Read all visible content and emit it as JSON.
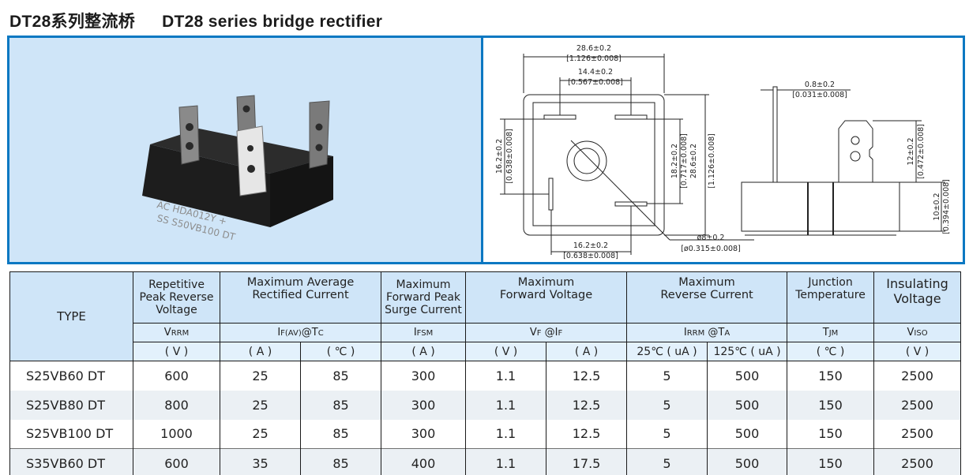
{
  "title": {
    "cn": "DT28系列整流桥",
    "en": "DT28 series bridge rectifier"
  },
  "photo": {
    "alt": "bridge rectifier product photo",
    "marking_line1": "AC   HDA012Y +",
    "marking_line2": "SS  S50VB100 DT"
  },
  "drawing": {
    "dims": {
      "width_mm": "28.6±0.2",
      "width_in": "[1.126±0.008]",
      "pin_span_top_mm": "14.4±0.2",
      "pin_span_top_in": "[0.567±0.008]",
      "left_mm": "16.2±0.2",
      "left_in": "[0.638±0.008]",
      "inner_mm": "18.2±0.2",
      "inner_in": "[0.717±0.008]",
      "height_mm": "28.6±0.2",
      "height_in": "[1.126±0.008]",
      "bottom_mm": "16.2±0.2",
      "bottom_in": "[0.638±0.008]",
      "hole_mm": "ø8±0.2",
      "hole_in": "[ø0.315±0.008]",
      "pin_thick_mm": "0.8±0.2",
      "pin_thick_in": "[0.031±0.008]",
      "pin_len_mm": "12±0.2",
      "pin_len_in": "[0.472±0.008]",
      "body_h_mm": "10±0.2",
      "body_h_in": "[0.394±0.008]"
    }
  },
  "table": {
    "headers": {
      "type": "TYPE",
      "vrrm": [
        "Repetitive",
        "Peak Reverse",
        "Voltage"
      ],
      "ifav": [
        "Maximum Average",
        "Rectified Current"
      ],
      "ifsm": [
        "Maximum",
        "Forward Peak",
        "Surge Current"
      ],
      "vf": [
        "Maximum",
        "Forward Voltage"
      ],
      "irrm": [
        "Maximum",
        "Reverse Current"
      ],
      "tjm": [
        "Junction",
        "Temperature"
      ],
      "viso": [
        "Insulating",
        "Voltage"
      ]
    },
    "symbols": {
      "vrrm": {
        "main": "V",
        "sub": "RRM"
      },
      "ifav": {
        "main": "I",
        "sub": "F(AV)",
        "rest": "@T",
        "rest_sub": "C"
      },
      "ifsm": {
        "main": "I",
        "sub": "FSM"
      },
      "vf": {
        "main": "V",
        "sub": "F",
        "rest": " @I",
        "rest_sub": "F"
      },
      "irrm": {
        "main": "I",
        "sub": "RRM",
        "rest": " @T",
        "rest_sub": "A"
      },
      "tjm": {
        "main": "T",
        "sub": "JM"
      },
      "viso": {
        "main": "V",
        "sub": "ISO"
      }
    },
    "units": [
      "( V )",
      "( A )",
      "( ℃ )",
      "( A )",
      "( V )",
      "( A )",
      "25℃ ( uA )",
      "125℃ ( uA )",
      "( ℃ )",
      "( V )"
    ],
    "rows": [
      [
        "S25VB60 DT",
        "600",
        "25",
        "85",
        "300",
        "1.1",
        "12.5",
        "5",
        "500",
        "150",
        "2500"
      ],
      [
        "S25VB80 DT",
        "800",
        "25",
        "85",
        "300",
        "1.1",
        "12.5",
        "5",
        "500",
        "150",
        "2500"
      ],
      [
        "S25VB100 DT",
        "1000",
        "25",
        "85",
        "300",
        "1.1",
        "12.5",
        "5",
        "500",
        "150",
        "2500"
      ],
      [
        "S35VB60 DT",
        "600",
        "35",
        "85",
        "400",
        "1.1",
        "17.5",
        "5",
        "500",
        "150",
        "2500"
      ]
    ]
  },
  "colors": {
    "frame_blue": "#0b78c2",
    "header_bg": "#cfe5f8",
    "alt_row_bg": "#ebf0f4"
  }
}
